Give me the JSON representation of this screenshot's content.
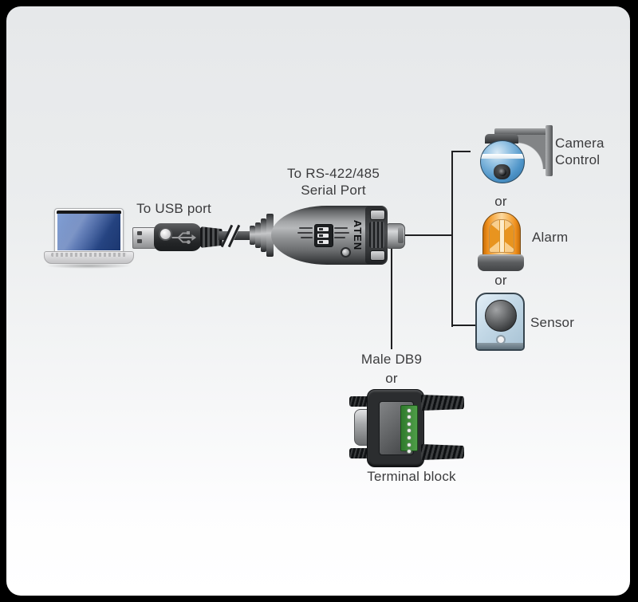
{
  "labels": {
    "to_usb_port": "To USB port",
    "to_serial_line1": "To RS-422/485",
    "to_serial_line2": "Serial Port",
    "camera_line1": "Camera",
    "camera_line2": "Control",
    "or_1": "or",
    "alarm": "Alarm",
    "or_2": "or",
    "sensor": "Sensor",
    "male_db9": "Male DB9",
    "or_3": "or",
    "terminal_block": "Terminal block",
    "brand": "ATEN"
  },
  "colors": {
    "outer_background": "#000000",
    "panel_gradient_top": "#e6e8ea",
    "panel_gradient_bottom": "#ffffff",
    "label_text": "#3b3b3d",
    "connector_line": "#1f1f21",
    "laptop_screen_blue": "#3c5ea6",
    "camera_dome_blue": "#4e94c8",
    "alarm_orange": "#ef8f1c",
    "sensor_body_blue": "#c5dae8",
    "terminal_strip_green": "#3f8f3a",
    "adapter_gray": "#909294"
  }
}
